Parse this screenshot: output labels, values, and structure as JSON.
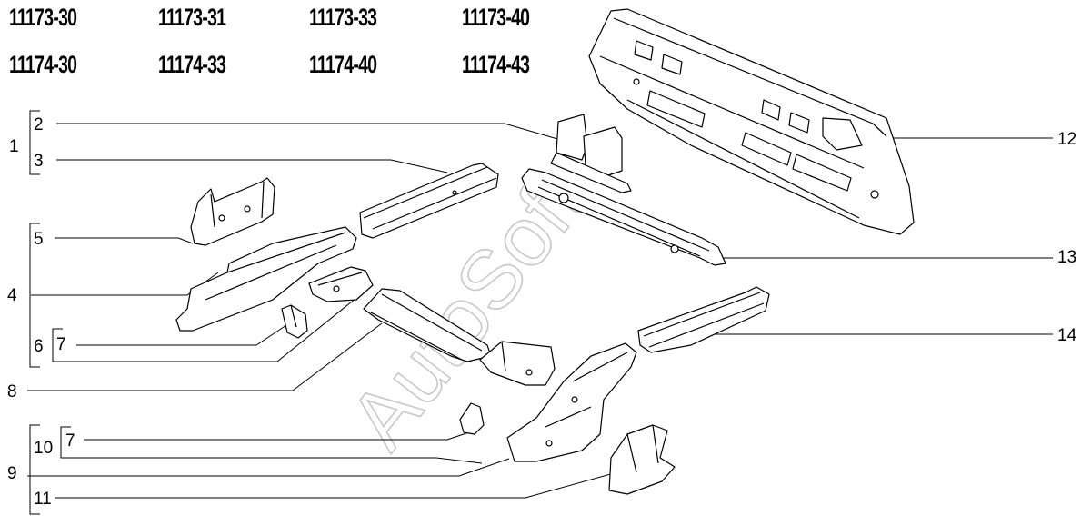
{
  "models": [
    "11173-30",
    "11173-31",
    "11173-33",
    "11173-40",
    "11174-30",
    "11174-33",
    "11174-40",
    "11174-43"
  ],
  "labels": {
    "l1": "1",
    "l2": "2",
    "l3": "3",
    "l4": "4",
    "l5": "5",
    "l6": "6",
    "l7a": "7",
    "l7b": "7",
    "l8": "8",
    "l9": "9",
    "l10": "10",
    "l11": "11",
    "l12": "12",
    "l13": "13",
    "l14": "14"
  },
  "watermark": "AutoSoft"
}
